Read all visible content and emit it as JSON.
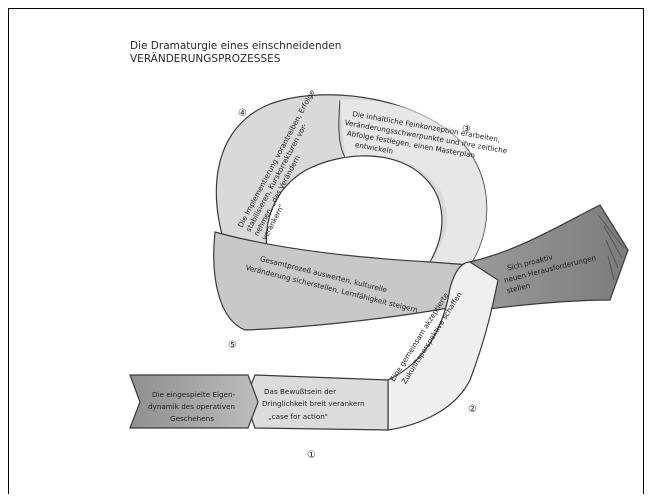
{
  "title": {
    "line1": "Die Dramaturgie eines einschneidenden",
    "line2": "VERÄNDERUNGSPROZESSES"
  },
  "stages": [
    {
      "number": "①",
      "lines": [
        "Das Bewußtsein der",
        "Dringlichkeit breit verankern",
        "„case for action“"
      ]
    },
    {
      "number": "②",
      "lines": [
        "Eine gemeinsam akzeptierte",
        "Zukunftsperspektive schaffen"
      ]
    },
    {
      "number": "③",
      "lines": [
        "Die inhaltliche Feinkonzeption erarbeiten,",
        "Veränderungsschwerpunkte und ihre zeitliche",
        "Abfolge festlegen, einen Masterplan",
        "entwickeln"
      ]
    },
    {
      "number": "④",
      "lines": [
        "Die Implementierung vorantreiben, Erfolge",
        "stabilisieren, Kurskorrekturen vor-",
        "nehmen, „das Verändern",
        "verankern“"
      ]
    },
    {
      "number": "⑤",
      "lines": [
        "Gesamtprozeß auswerten, kulturelle",
        "Veränderung sicherstellen, Lernfähigkeit steigern"
      ]
    }
  ],
  "start_box": {
    "lines": [
      "Die eingespielte Eigen-",
      "dynamik des operativen",
      "Geschehens"
    ]
  },
  "end_box": {
    "lines": [
      "Sich proaktiv",
      "neuen Herausforderungen",
      "stellen"
    ]
  },
  "colors": {
    "band_light": "#e6e6e6",
    "band_mid": "#cfcfcf",
    "band_dark": "#a9a9a9",
    "outline": "#3a3a3a"
  }
}
